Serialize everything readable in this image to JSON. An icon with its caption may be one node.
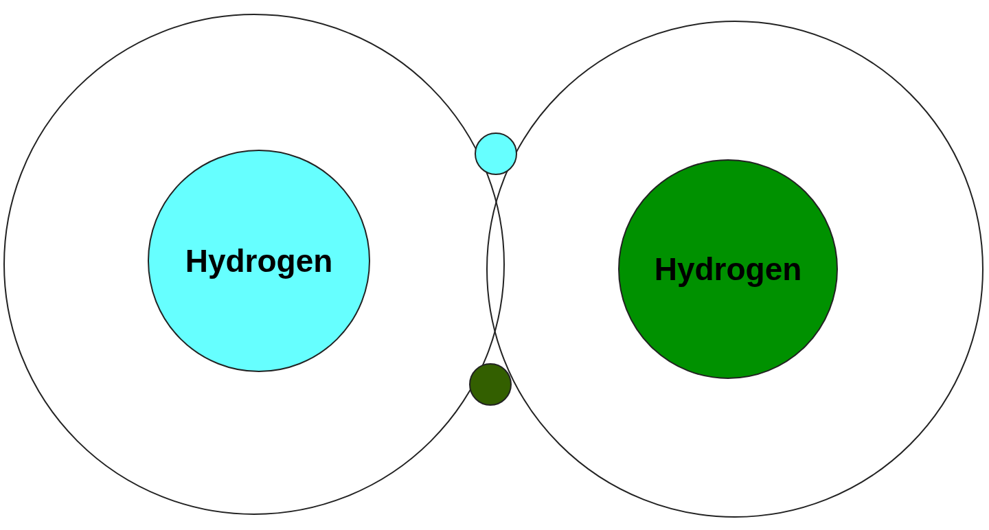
{
  "diagram": {
    "nodes": [
      {
        "text": [],
        "shape": "circle"
      },
      {
        "text": [
          "Hydrogen"
        ],
        "in": 0
      },
      {
        "text": [],
        "shape": "circle"
      },
      {
        "text": [
          "Hydrogen"
        ],
        "in": 2
      },
      {
        "text": [],
        "shape": "circle"
      },
      {
        "text": [],
        "shape": "circle"
      }
    ]
  }
}
